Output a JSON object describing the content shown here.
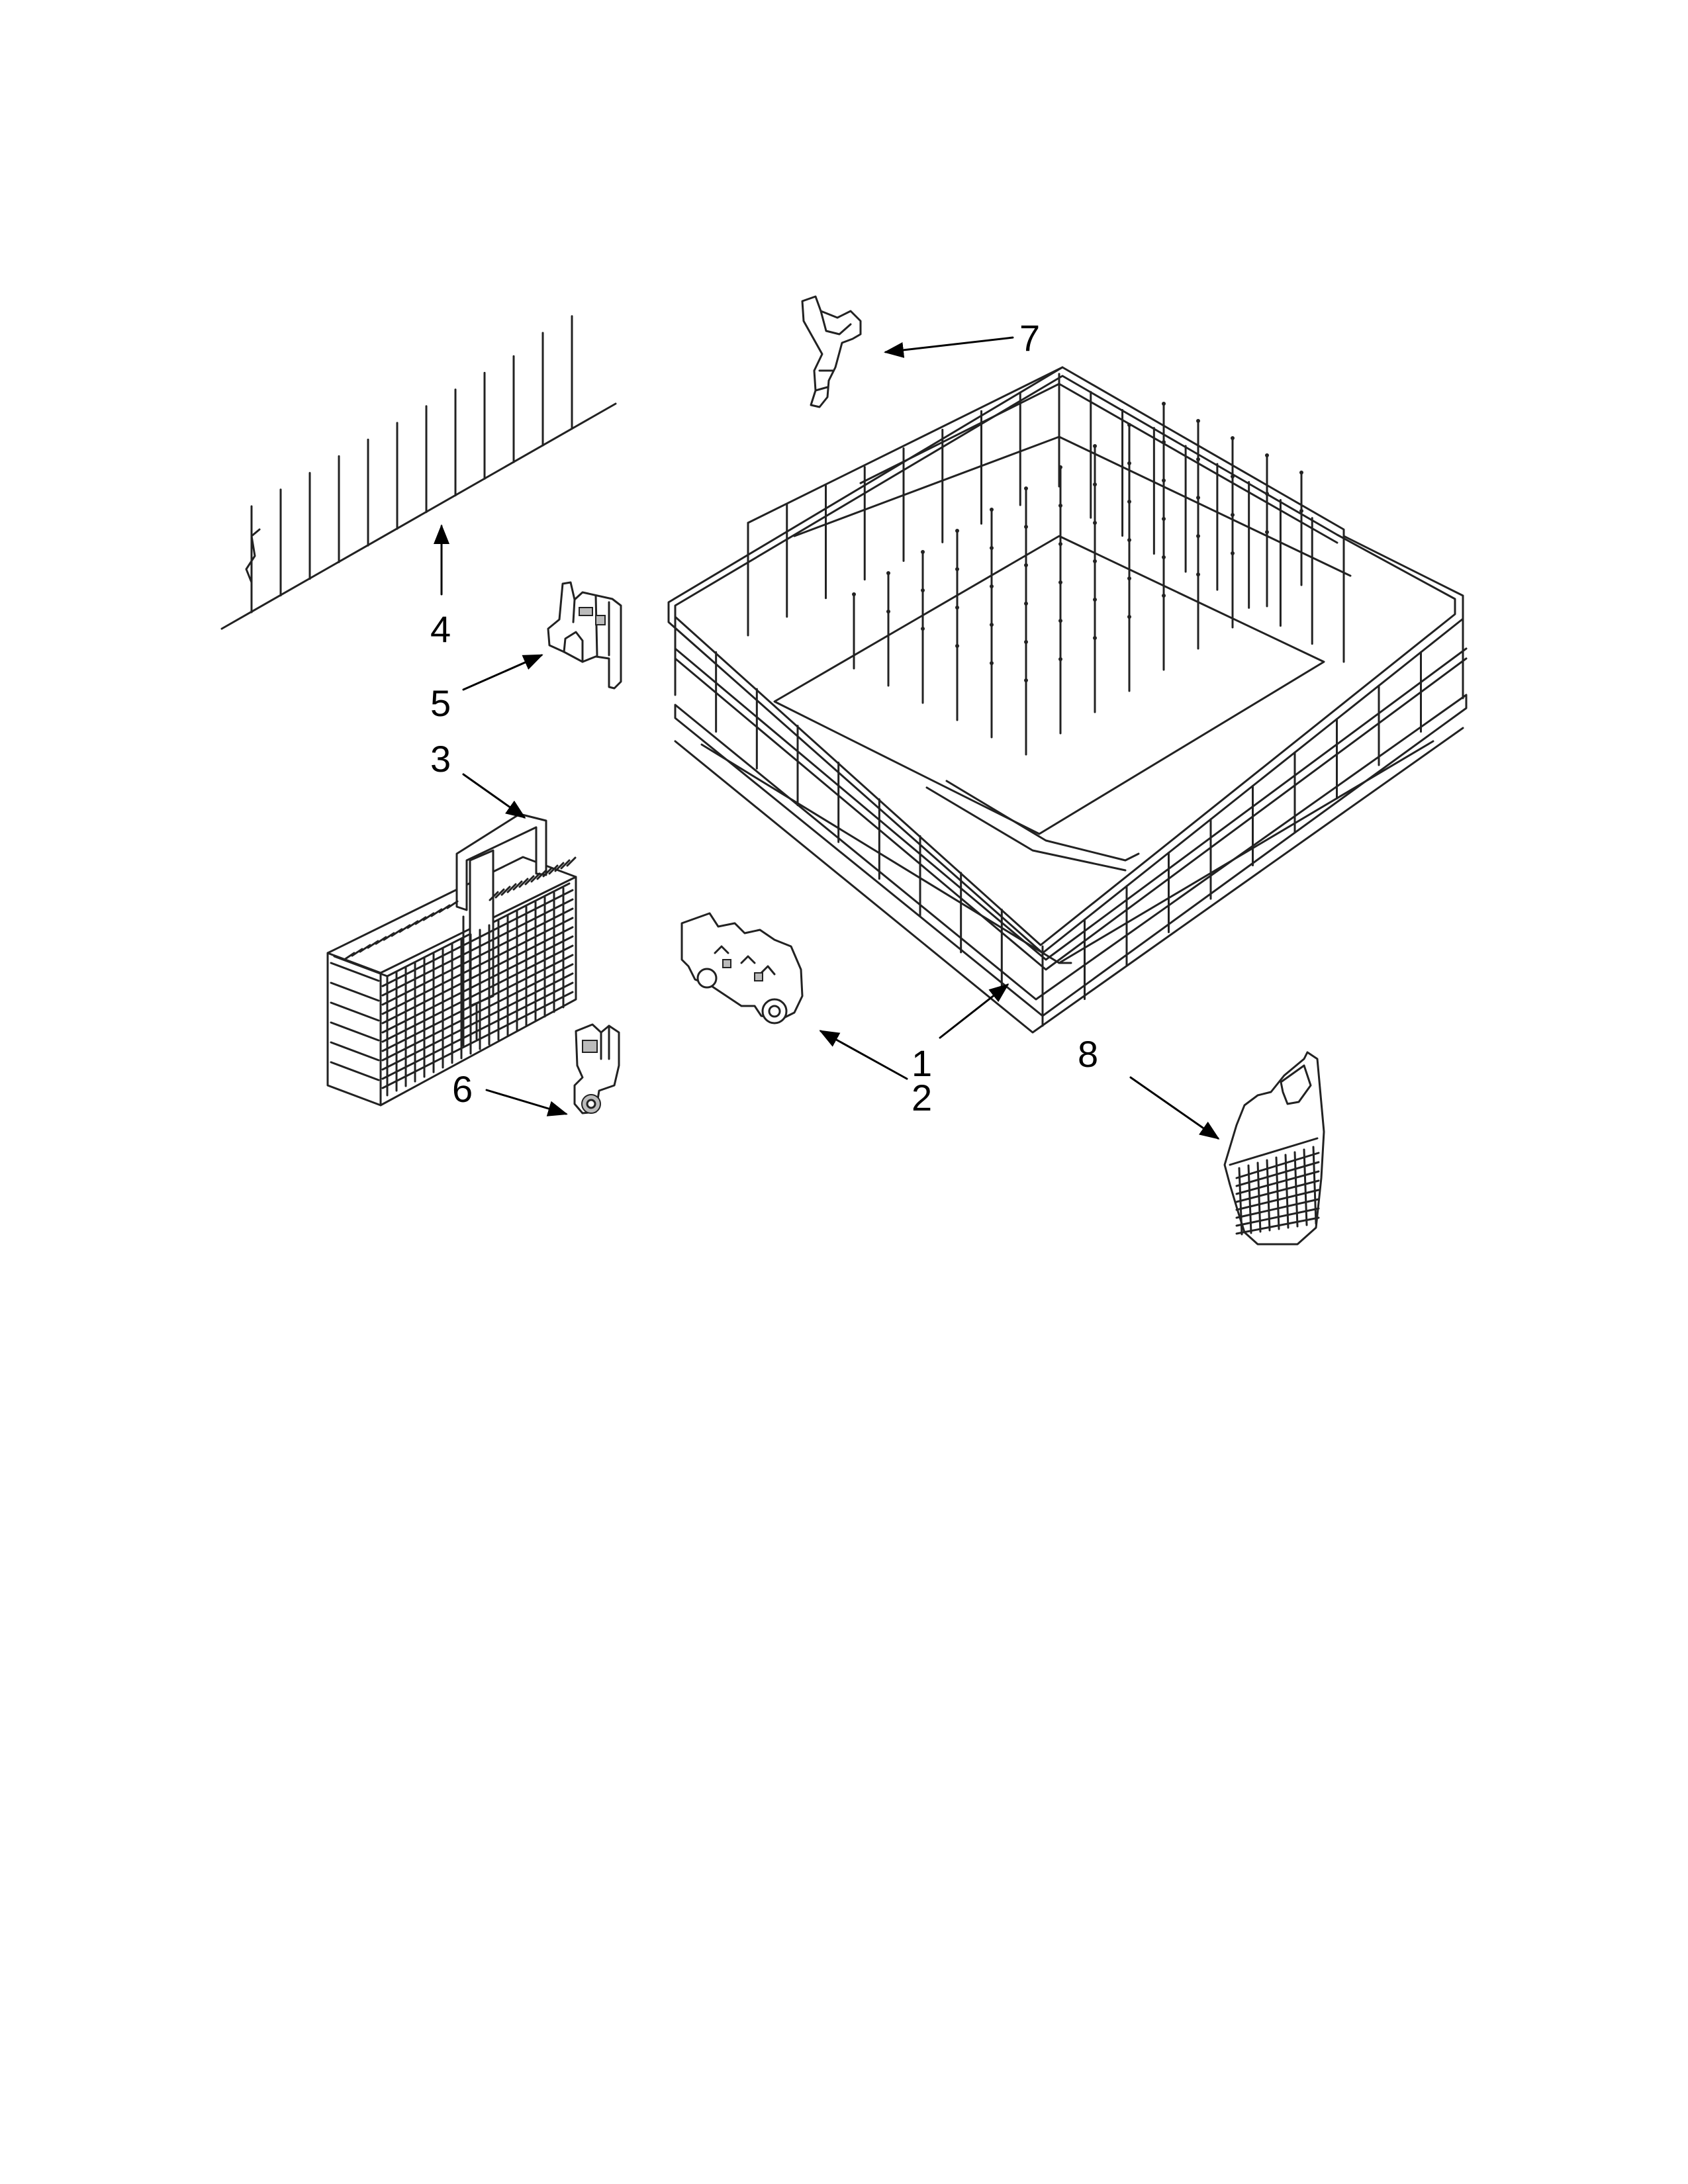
{
  "callouts": [
    {
      "id": "1",
      "label": "1"
    },
    {
      "id": "2",
      "label": "2"
    },
    {
      "id": "3",
      "label": "3"
    },
    {
      "id": "4",
      "label": "4"
    },
    {
      "id": "5",
      "label": "5"
    },
    {
      "id": "6",
      "label": "6"
    },
    {
      "id": "7",
      "label": "7"
    },
    {
      "id": "8",
      "label": "8"
    }
  ],
  "parts": [
    {
      "callout": "1",
      "depicts": "dishrack"
    },
    {
      "callout": "2",
      "depicts": "wheel-clip"
    },
    {
      "callout": "3",
      "depicts": "silverware-basket"
    },
    {
      "callout": "4",
      "depicts": "tine-row"
    },
    {
      "callout": "5",
      "depicts": "clip"
    },
    {
      "callout": "6",
      "depicts": "wheel"
    },
    {
      "callout": "7",
      "depicts": "clip"
    },
    {
      "callout": "8",
      "depicts": "small-basket"
    }
  ]
}
